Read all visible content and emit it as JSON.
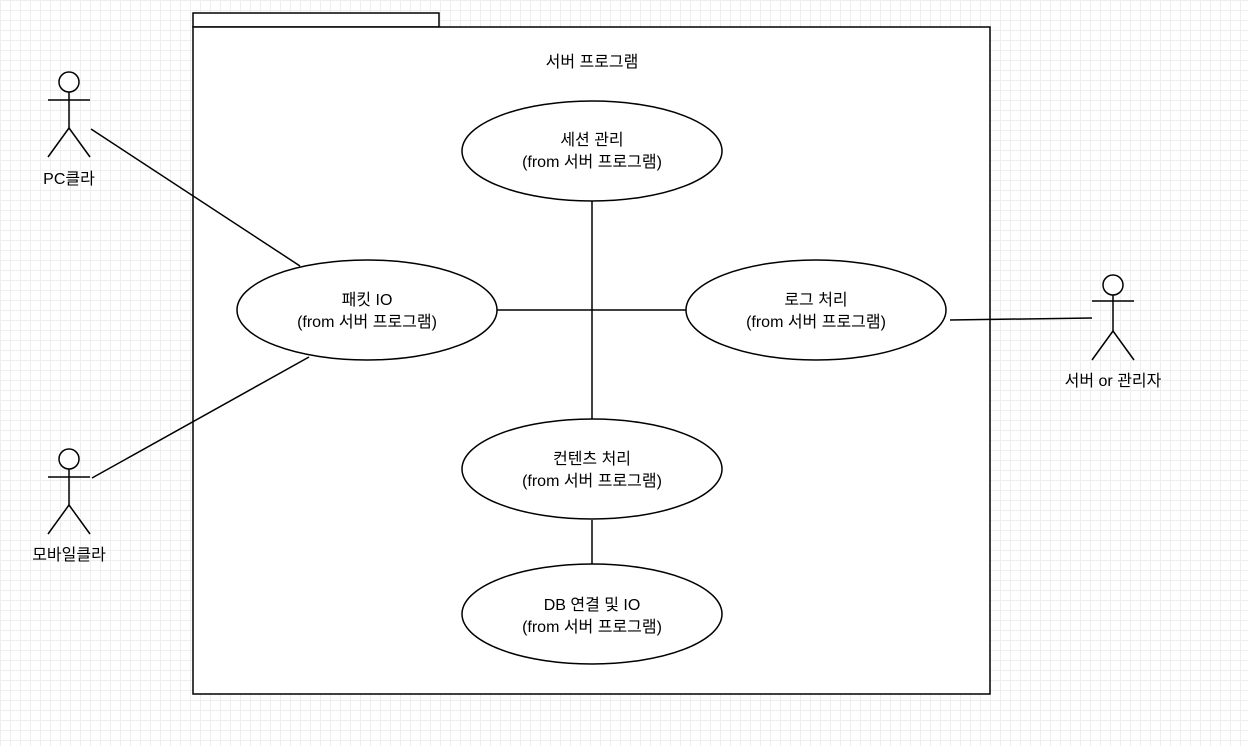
{
  "package": {
    "title": "서버 프로그램"
  },
  "use_cases": {
    "session": {
      "line1": "세션 관리",
      "line2": "(from 서버 프로그램)"
    },
    "packet": {
      "line1": "패킷 IO",
      "line2": "(from 서버 프로그램)"
    },
    "log": {
      "line1": "로그 처리",
      "line2": "(from 서버 프로그램)"
    },
    "content": {
      "line1": "컨텐츠 처리",
      "line2": "(from 서버 프로그램)"
    },
    "db": {
      "line1": "DB 연결 및 IO",
      "line2": "(from 서버 프로그램)"
    }
  },
  "actors": {
    "pc_client": {
      "label": "PC클라"
    },
    "mobile_client": {
      "label": "모바일클라"
    },
    "server_admin": {
      "label": "서버 or 관리자"
    }
  },
  "colors": {
    "stroke": "#000000",
    "fill": "#ffffff",
    "grid": "#eeeeee"
  }
}
